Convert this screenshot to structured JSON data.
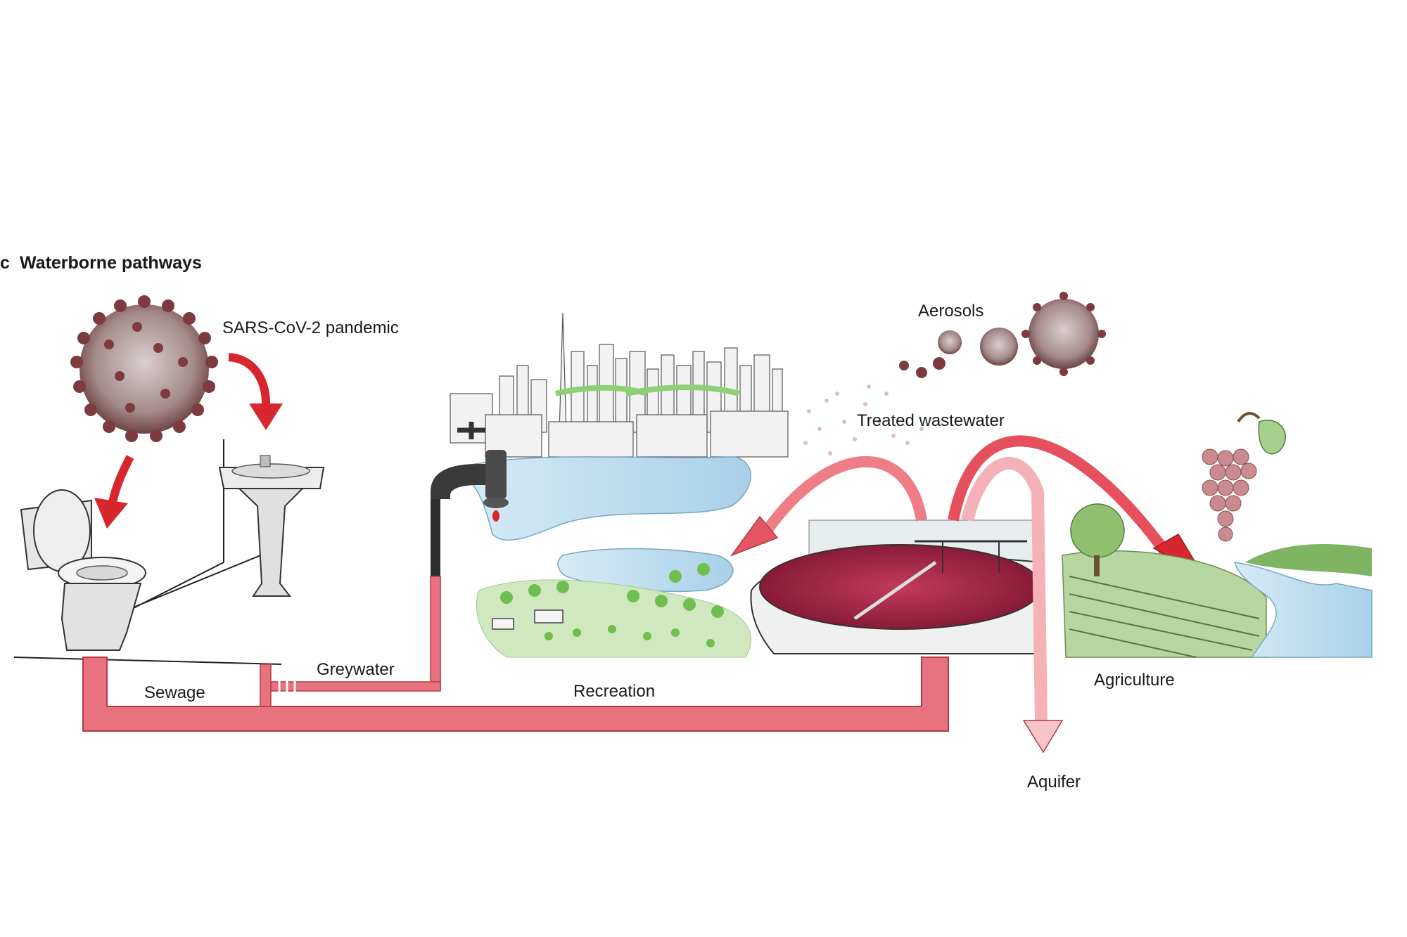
{
  "panel": {
    "letter": "c",
    "title": "Waterborne pathways"
  },
  "labels": {
    "pandemic": "SARS-CoV-2 pandemic",
    "aerosols": "Aerosols",
    "treated_wastewater": "Treated wastewater",
    "greywater": "Greywater",
    "sewage": "Sewage",
    "recreation": "Recreation",
    "agriculture": "Agriculture",
    "aquifer": "Aquifer"
  },
  "colors": {
    "pipe": "#e8737e",
    "pipe_stroke": "#b23a47",
    "arrow_red": "#d7262e",
    "arrow_pink": "#ef8a92",
    "arrow_light": "#f7c4c8",
    "water_blue": "#bcdcef",
    "green": "#9fd08a",
    "tank_red": "#9b1f3d",
    "virus": "#8a4b4f"
  },
  "icons": [
    "virus-icon",
    "toilet-icon",
    "sink-icon",
    "faucet-icon",
    "city-skyline",
    "treatment-tank",
    "grape-cluster-icon",
    "farmland",
    "river"
  ]
}
